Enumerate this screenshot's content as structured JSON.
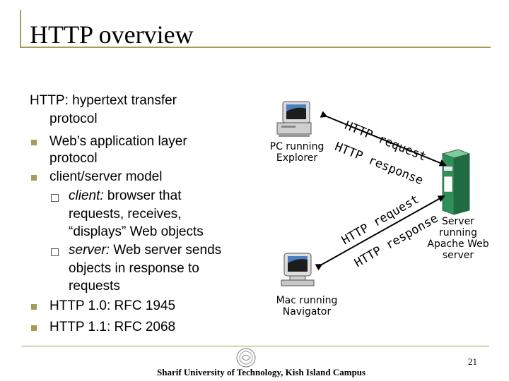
{
  "slide": {
    "title": "HTTP overview",
    "intro_line1": "HTTP: hypertext transfer",
    "intro_line2": "protocol",
    "bullets": [
      {
        "lines": [
          "Web’s application layer",
          "protocol"
        ]
      },
      {
        "lines": [
          "client/server model"
        ]
      },
      {
        "lines": [
          "HTTP 1.0: RFC 1945"
        ]
      },
      {
        "lines": [
          "HTTP 1.1: RFC 2068"
        ]
      }
    ],
    "sub_bullets": [
      {
        "term": "client:",
        "lines": [
          "browser that",
          "requests, receives,",
          "“displays” Web objects"
        ]
      },
      {
        "term": "server:",
        "lines": [
          "Web server sends",
          "objects in response to",
          "requests"
        ]
      }
    ]
  },
  "diagram": {
    "pc_caption_line1": "PC running",
    "pc_caption_line2": "Explorer",
    "mac_caption_line1": "Mac running",
    "mac_caption_line2": "Navigator",
    "server_caption_line1": "Server",
    "server_caption_line2": "running",
    "server_caption_line3": "Apache Web",
    "server_caption_line4": "server",
    "top_request": "HTTP request",
    "top_response": "HTTP response",
    "bottom_request": "HTTP request",
    "bottom_response": "HTTP response",
    "arrow_color": "#000000"
  },
  "footer": {
    "institution": "Sharif University of Technology, Kish Island Campus",
    "page_number": "21"
  },
  "colors": {
    "accent": "#a89a57",
    "server_green": "#2f8f5a",
    "monitor_blue": "#3a6fb0"
  }
}
